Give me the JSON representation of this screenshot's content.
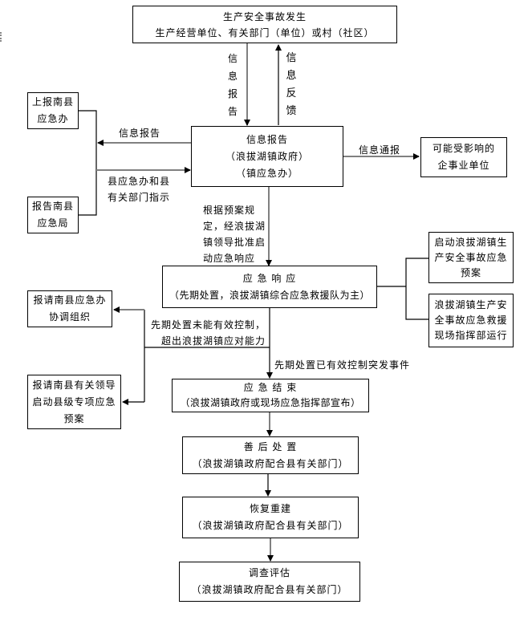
{
  "diagram": {
    "type": "flowchart",
    "nodes": {
      "accident": {
        "line1": "生产安全事故发生",
        "line2": "生产经营单位、有关部门（单位）或村（社区）"
      },
      "report_county_office": {
        "line1": "上报南县",
        "line2": "应急办"
      },
      "report_county_bureau": {
        "line1": "报告南县",
        "line2": "应急局"
      },
      "town_info": {
        "line1": "信息报告",
        "line2": "（浪拔湖镇政府）",
        "line3": "（镇应急办）"
      },
      "affected_units": {
        "line1": "可能受影响的",
        "line2": "企事业单位"
      },
      "start_plan": {
        "line1": "启动浪拔湖镇生",
        "line2": "产安全事故应急",
        "line3": "预案"
      },
      "command_post": {
        "line1": "浪拔湖镇生产安",
        "line2": "全事故应急救援",
        "line3": "现场指挥部运行"
      },
      "response": {
        "line1": "应 急 响 应",
        "line2": "（先期处置，浪拔湖镇综合应急救援队为主）"
      },
      "request_coord": {
        "line1": "报请南县应急办",
        "line2": "协调组织"
      },
      "request_county_plan": {
        "line1": "报请南县有关领导",
        "line2": "启动县级专项应急",
        "line3": "预案"
      },
      "end": {
        "line1": "应 急 结 束",
        "line2": "（浪拔湖镇政府或现场应急指挥部宣布）"
      },
      "aftermath": {
        "line1": "善 后 处 置",
        "line2": "（浪拔湖镇政府配合县有关部门）"
      },
      "recovery": {
        "line1": "恢复重建",
        "line2": "（浪拔湖镇政府配合县有关部门）"
      },
      "assessment": {
        "line1": "调查评估",
        "line2": "（浪拔湖镇政府配合县有关部门）"
      }
    },
    "edge_labels": {
      "info_report_vertical": [
        "信",
        "息",
        "报",
        "告"
      ],
      "info_feedback_vertical": [
        "信",
        "息",
        "反",
        "馈"
      ],
      "info_report_left": "信息报告",
      "county_instruction": [
        "县应急办和县",
        "有关部门指示"
      ],
      "info_notify": "信息通报",
      "approve_start": [
        "根据预案规",
        "定，经浪拔湖",
        "镇领导批准启",
        "动应急响应"
      ],
      "not_controlled": [
        "先期处置未能有效控制，",
        "超出浪拔湖镇应对能力"
      ],
      "controlled": "先期处置已有效控制突发事件"
    }
  }
}
